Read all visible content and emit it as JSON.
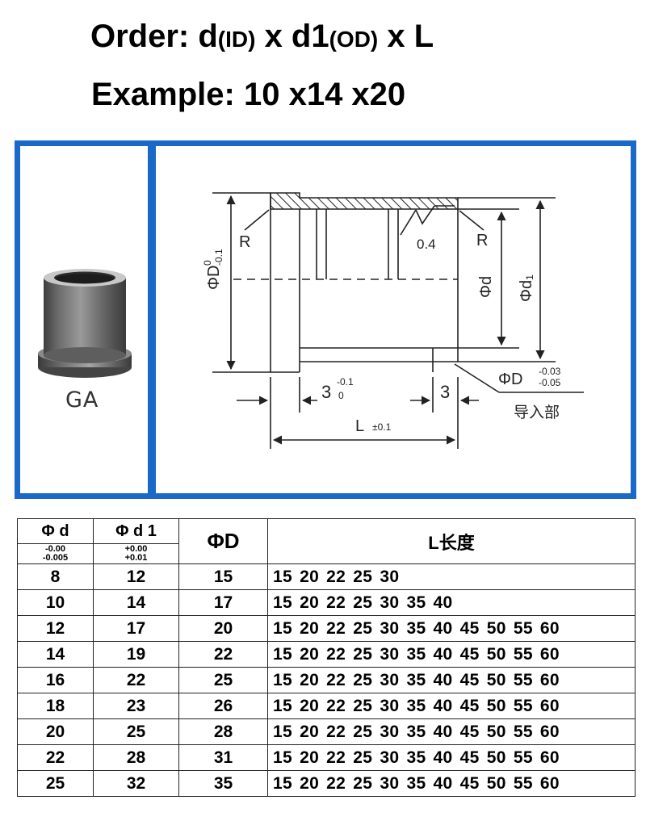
{
  "header": {
    "order_prefix": "Order: d",
    "order_id": "(ID)",
    "order_mid": " x d1",
    "order_od": "(OD)",
    "order_suffix": " x L",
    "example": "Example: 10 x14 x20"
  },
  "product": {
    "label": "GA",
    "colors": {
      "frame": "#1a68c8",
      "metal_dark": "#4a4a4a",
      "metal_light": "#b5b5b5"
    }
  },
  "drawing": {
    "label_R_left": "R",
    "label_R_right": "R",
    "roughness": "0.4",
    "dim_D": "ΦD",
    "dim_D_tol_upper": "0",
    "dim_D_tol_lower": "-0.1",
    "dim_d": "Φd",
    "dim_d1": "Φd₁",
    "dim_3_left": "3",
    "dim_3_left_tol_upper": "-0.1",
    "dim_3_left_tol_lower": "0",
    "dim_3_right": "3",
    "dim_L": "L",
    "dim_L_tol": "±0.1",
    "lead_in_dim": "ΦD",
    "lead_in_tol_upper": "-0.03",
    "lead_in_tol_lower": "-0.05",
    "lead_in_label": "导入部"
  },
  "table": {
    "headers": {
      "d": "Φ d",
      "d_tol_upper": "-0.00",
      "d_tol_lower": "-0.005",
      "d1": "Φ d 1",
      "d1_tol_upper": "+0.00",
      "d1_tol_lower": "+0.01",
      "D": "ΦD",
      "L": "L长度"
    },
    "rows": [
      {
        "d": "8",
        "d1": "12",
        "D": "15",
        "L": "15 20 22 25 30"
      },
      {
        "d": "10",
        "d1": "14",
        "D": "17",
        "L": "15 20 22 25 30 35 40"
      },
      {
        "d": "12",
        "d1": "17",
        "D": "20",
        "L": "15 20 22 25 30 35 40 45 50  55 60"
      },
      {
        "d": "14",
        "d1": "19",
        "D": "22",
        "L": "15 20 22 25 30 35 40 45 50  55 60"
      },
      {
        "d": "16",
        "d1": "22",
        "D": "25",
        "L": "15 20 22 25 30 35 40 45 50  55 60"
      },
      {
        "d": "18",
        "d1": "23",
        "D": "26",
        "L": "15 20 22 25 30 35 40 45 50  55 60"
      },
      {
        "d": "20",
        "d1": "25",
        "D": "28",
        "L": "15 20 22 25 30 35 40 45 50  55 60"
      },
      {
        "d": "22",
        "d1": "28",
        "D": "31",
        "L": "15 20 22 25 30 35 40 45 50  55 60"
      },
      {
        "d": "25",
        "d1": "32",
        "D": "35",
        "L": "15 20 22 25 30 35 40 45 50  55 60"
      }
    ]
  }
}
